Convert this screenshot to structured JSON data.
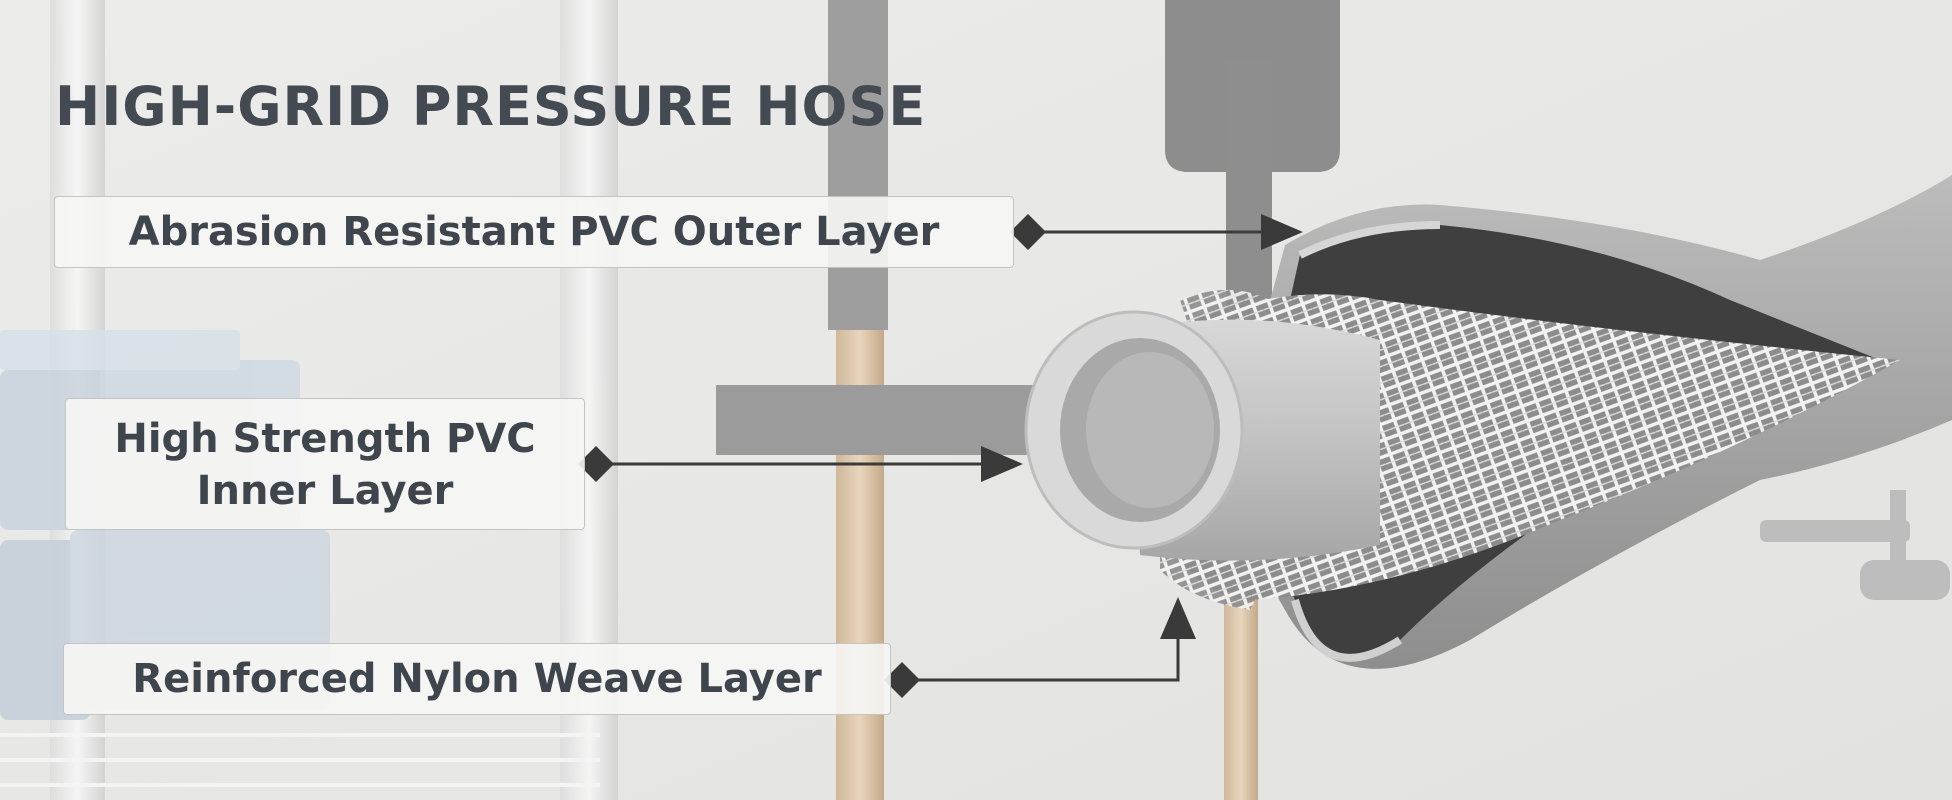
{
  "title": "HIGH-GRID PRESSURE HOSE",
  "labels": {
    "outer": "Abrasion Resistant PVC Outer Layer",
    "inner_line1": "High Strength PVC",
    "inner_line2": "Inner Layer",
    "weave": "Reinforced Nylon Weave Layer"
  },
  "colors": {
    "text": "#444a52",
    "label_background": "#f6f6f4",
    "arrow": "#3a3a3a",
    "hose_gray": "#a8a8a8"
  }
}
